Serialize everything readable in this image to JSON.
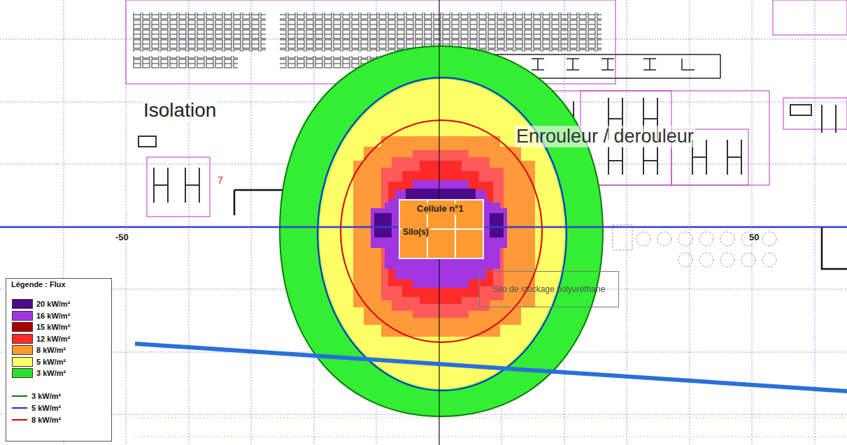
{
  "diagram": {
    "nodes": [
      {
        "text": [
          "Cellule n°1",
          "Silo(s)"
        ]
      },
      {
        "text": [
          "Silo de stockage polyuréthane"
        ]
      }
    ],
    "labels": [
      "Isolation",
      "Enrouleur / derouleur",
      "7",
      "-50",
      "50",
      "Légende : Flux"
    ],
    "legend": [
      {
        "text": "20 kW/m²",
        "color": "#4b0a8c"
      },
      {
        "text": "16 kW/m²",
        "color": "#a335e0"
      },
      {
        "text": "15 kW/m²",
        "color": "#a80000"
      },
      {
        "text": "12 kW/m²",
        "color": "#ff2a2a"
      },
      {
        "text": "8 kW/m²",
        "color": "#ff9a30"
      },
      {
        "text": "5 kW/m²",
        "color": "#ffff66"
      },
      {
        "text": "3 kW/m²",
        "color": "#2ee02e"
      },
      {
        "text": "3 kW/m²"
      },
      {
        "text": "5 kW/m²"
      },
      {
        "text": "8 kW/m²"
      }
    ]
  }
}
